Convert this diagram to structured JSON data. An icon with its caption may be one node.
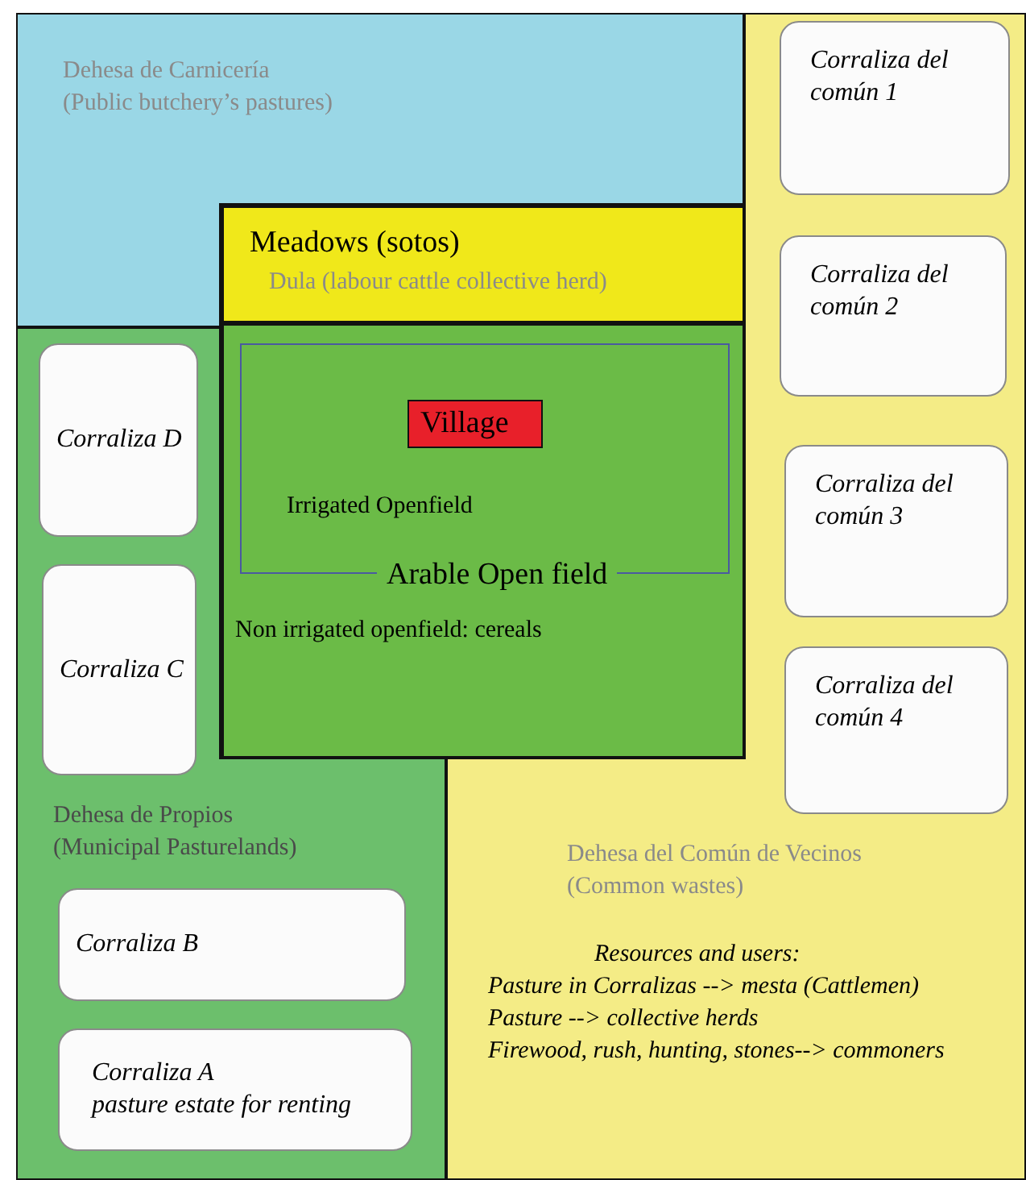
{
  "diagram": {
    "nodes": [
      {
        "text": [
          "Dehesa de Carnicería (Public butchery’s pastures)"
        ]
      },
      {
        "text": [
          "Dehesa del Común de Vecinos (Common wastes)",
          "Resources and users:",
          "Pasture in Corralizas --> mesta (Cattlemen)",
          "Pasture --> collective herds",
          "Firewood, rush, hunting, stones--> commoners"
        ]
      },
      {
        "text": [
          "Corraliza del común 1"
        ],
        "in": 1
      },
      {
        "text": [
          "Corraliza del común 2"
        ],
        "in": 1
      },
      {
        "text": [
          "Corraliza del común 3"
        ],
        "in": 1
      },
      {
        "text": [
          "Corraliza del común 4"
        ],
        "in": 1
      },
      {
        "text": [
          "Meadows (sotos)",
          "Dula (labour cattle collective herd)"
        ]
      },
      {
        "text": [
          "Arable Open field",
          "Non irrigated openfield: cereals"
        ]
      },
      {
        "text": [
          "Irrigated Openfield"
        ],
        "in": 7
      },
      {
        "text": [
          "Village"
        ],
        "in": 8
      },
      {
        "text": [
          "Dehesa de Propios (Municipal Pasturelands)"
        ]
      },
      {
        "text": [
          "Corraliza D"
        ],
        "in": 10
      },
      {
        "text": [
          "Corraliza C"
        ],
        "in": 10
      },
      {
        "text": [
          "Corraliza B"
        ],
        "in": 10
      },
      {
        "text": [
          "Corraliza A",
          "pasture estate for renting"
        ],
        "in": 10
      }
    ]
  }
}
